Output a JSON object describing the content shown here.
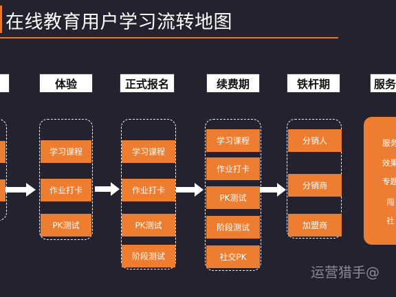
{
  "title": "在线教育用户学习流转地图",
  "stages": [
    {
      "label": "体验",
      "items": [
        "学习课程",
        "作业打卡",
        "PK测试"
      ]
    },
    {
      "label": "正式报名",
      "items": [
        "学习课程",
        "作业打卡",
        "PK测试",
        "阶段测试"
      ]
    },
    {
      "label": "续费期",
      "items": [
        "学习课程",
        "作业打卡",
        "PK测试",
        "阶段测试",
        "社交PK"
      ]
    },
    {
      "label": "铁杆期",
      "items": [
        "分销人",
        "分销商",
        "加盟商"
      ]
    },
    {
      "label": "服务",
      "items": [
        "服务",
        "效果",
        "专题",
        "闯",
        "社"
      ]
    }
  ],
  "watermark": "运营猎手@",
  "colors": {
    "background": "#23222e",
    "accent": "#ed7d31",
    "label_bg": "#ffffff"
  }
}
